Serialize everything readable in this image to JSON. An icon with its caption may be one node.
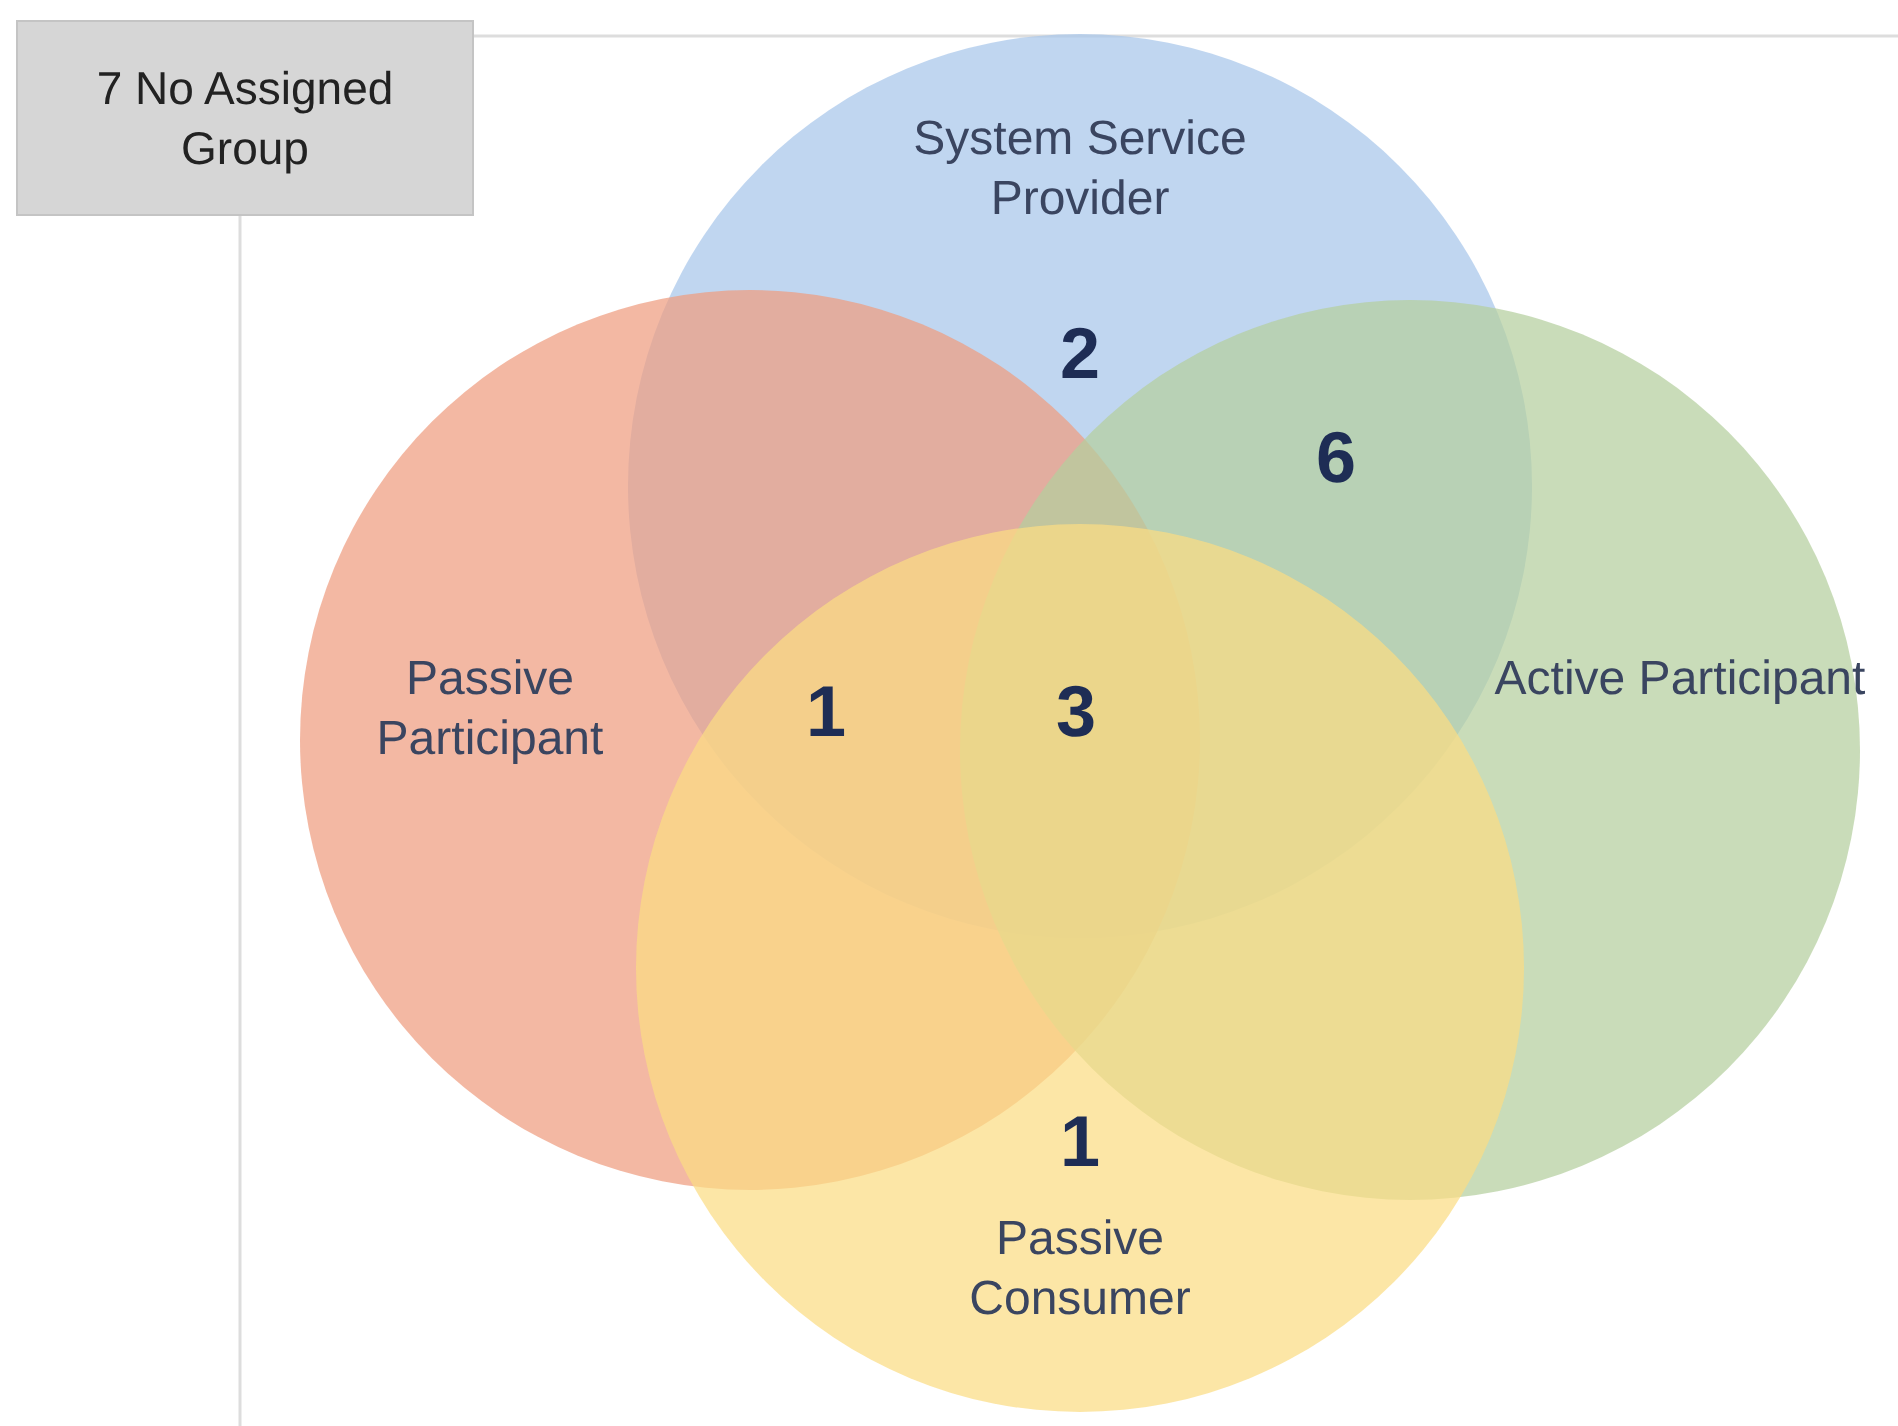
{
  "diagram": {
    "nodes": [
      {
        "text": [
          "7 No Assigned Group"
        ]
      },
      {
        "text": [
          "System Service Provider"
        ]
      },
      {
        "text": [
          "Passive Participant"
        ]
      },
      {
        "text": [
          "Active Participant"
        ]
      },
      {
        "text": [
          "Passive Consumer"
        ]
      }
    ],
    "labels": [
      "2",
      "6",
      "1",
      "3",
      "1"
    ]
  }
}
